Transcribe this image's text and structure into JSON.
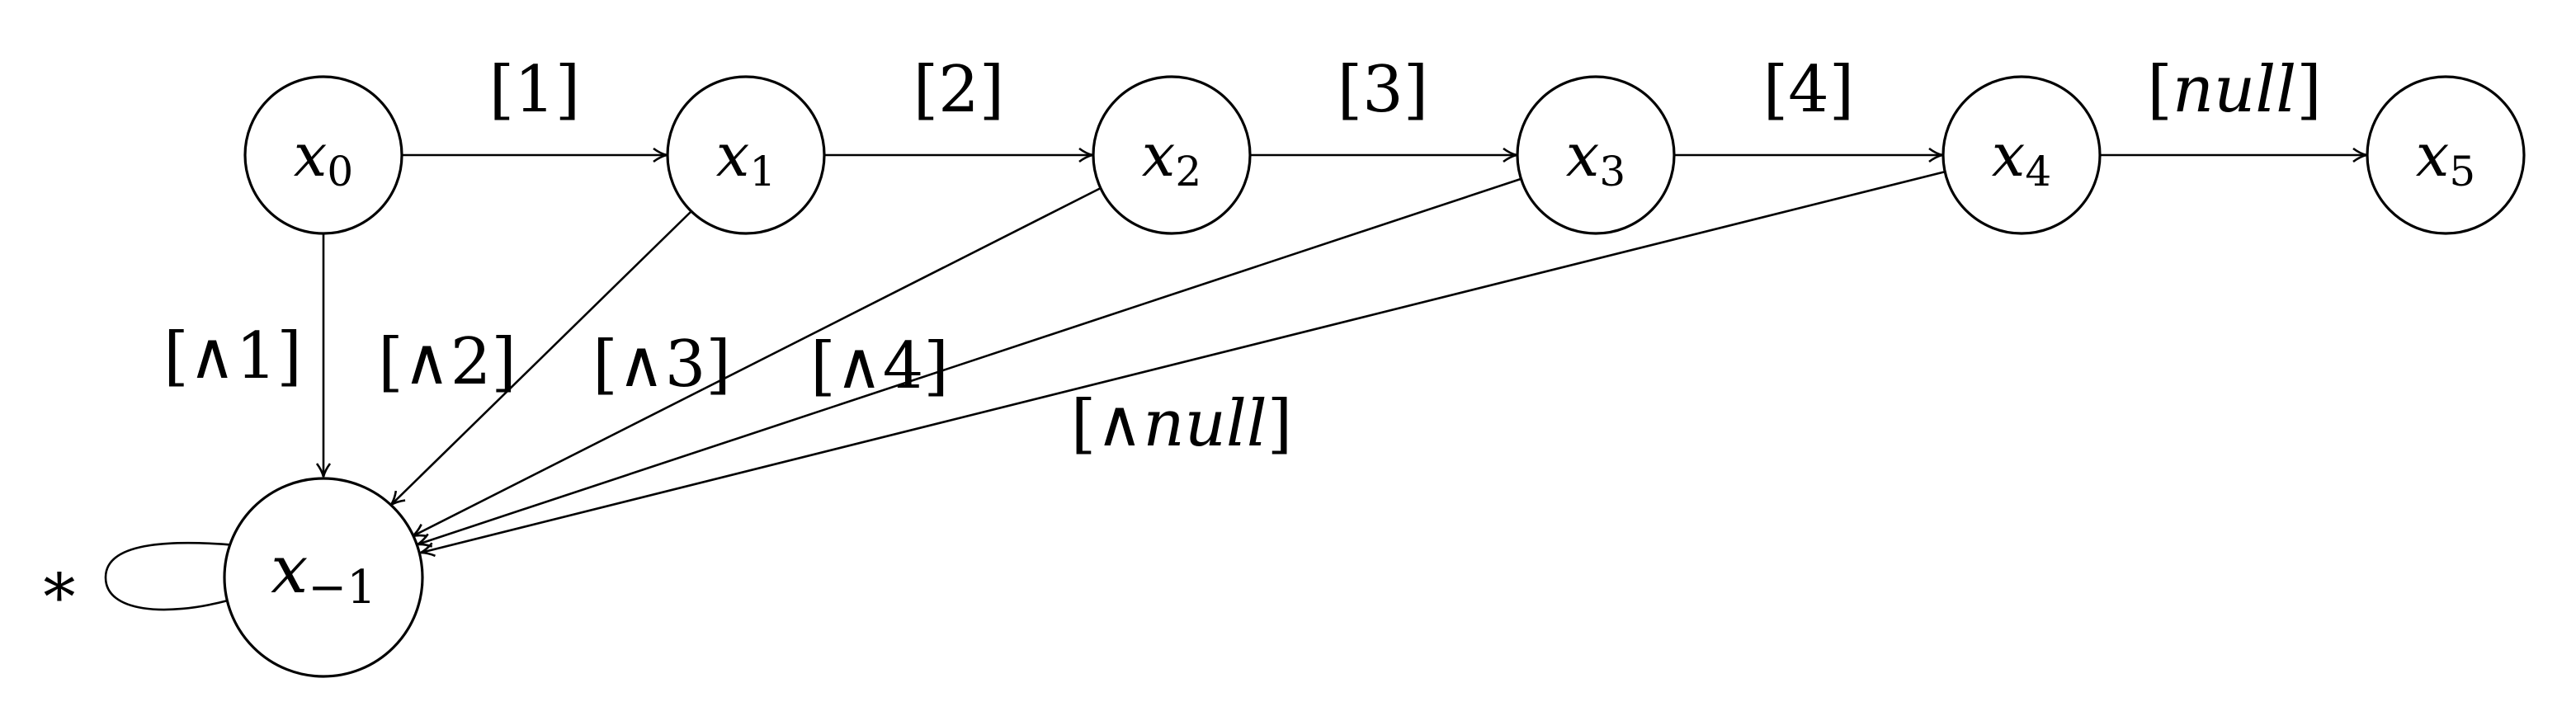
{
  "nodes": [
    {
      "id": "x0",
      "base": "x",
      "sub": "0"
    },
    {
      "id": "x1",
      "base": "x",
      "sub": "1"
    },
    {
      "id": "x2",
      "base": "x",
      "sub": "2"
    },
    {
      "id": "x3",
      "base": "x",
      "sub": "3"
    },
    {
      "id": "x4",
      "base": "x",
      "sub": "4"
    },
    {
      "id": "x5",
      "base": "x",
      "sub": "5"
    },
    {
      "id": "xm1",
      "base": "x",
      "sub": "−1"
    }
  ],
  "edges": [
    {
      "from": "x0",
      "to": "x1",
      "label": "[1]"
    },
    {
      "from": "x1",
      "to": "x2",
      "label": "[2]"
    },
    {
      "from": "x2",
      "to": "x3",
      "label": "[3]"
    },
    {
      "from": "x3",
      "to": "x4",
      "label": "[4]"
    },
    {
      "from": "x4",
      "to": "x5",
      "label_open": "[",
      "label_italic": "null",
      "label_close": "]"
    },
    {
      "from": "x0",
      "to": "xm1",
      "label": "[∧1]"
    },
    {
      "from": "x1",
      "to": "xm1",
      "label": "[∧2]"
    },
    {
      "from": "x2",
      "to": "xm1",
      "label": "[∧3]"
    },
    {
      "from": "x3",
      "to": "xm1",
      "label": "[∧4]"
    },
    {
      "from": "x4",
      "to": "xm1",
      "label_open": "[∧",
      "label_italic": "null",
      "label_close": "]"
    }
  ],
  "self_loop": {
    "node": "xm1",
    "label": "∗"
  }
}
